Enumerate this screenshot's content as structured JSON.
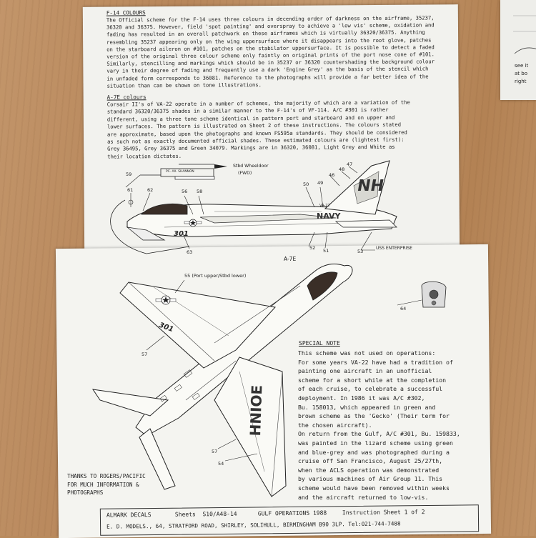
{
  "f14": {
    "heading": "F-14 COLOURS",
    "lines": [
      "The Official scheme for the F-14 uses three colours in decending order of darkness on the airframe, 35237,",
      "36320 and 36375. However, field 'spot painting' and overspray to achieve a 'low vis' scheme, oxidation and",
      "fading has resulted in an overall patchwork on these airframes which is virtually 36320/36375. Anything",
      "resembling 35237 appearing only on the wing uppersurface where it disappears into the root glove, patches",
      "on the starboard aileron on #101, patches on the stabilator uppersurface. It is possible to detect a faded",
      "version of the original three colour scheme only faintly on original prints of the port nose cone of #101.",
      "Similarly, stencilling and markings which should be in 35237 or 36320 countershading the background colour",
      "vary in their degree of fading and frequently use a dark 'Engine Grey' as the basis of the stencil which",
      "in unfaded form corresponds to 36081. Reference to the photographs will provide a far better idea of the",
      "situation than can be shown on tone illustrations."
    ]
  },
  "a7e": {
    "heading": "A-7E colours",
    "lines": [
      "Corsair II's of VA-22 operate in a number of schemes, the majority of which are a variation of the",
      "standard 36320/36375 shades in a similar manner to the F-14's of VF-114. A/C #301 is rather",
      "different, using a three tone scheme identical in pattern port and starboard and on upper and",
      "lower surfaces. The pattern is illustrated on Sheet 2 of these instructions. The colours stated",
      "are approximate, based upon the photographs and known FS595a standards. They should be considered",
      "as such not as exactly documented official shades. These estimated colours are (lightest first):",
      "Grey 36495, Grey 36375 and Green 34079. Markings are in 36320, 36081, Light Grey and White as",
      "their location dictates."
    ]
  },
  "side_view": {
    "stbd_wheeldoor": "Stbd Wheeldoor",
    "fwd": "(FWD)",
    "pilot_name": "PC. AX. SHANNON",
    "aircraft_label": "A-7E",
    "ship_name": "USS ENTERPRISE",
    "tail_code": "NH",
    "navy": "NAVY",
    "va22": "VA-22",
    "modex": "301",
    "callouts": [
      "59",
      "61",
      "62",
      "56",
      "58",
      "50",
      "49",
      "46",
      "48",
      "47",
      "63",
      "52",
      "51",
      "53"
    ]
  },
  "plan_view": {
    "port_upper": "55 (Port upper/Stbd lower)",
    "wing_modex": "301",
    "wing_code": "HNIOE",
    "callouts": [
      "57",
      "57",
      "54",
      "64"
    ]
  },
  "special_note": {
    "heading": "SPECIAL NOTE",
    "lines": [
      "This scheme was not used on operations:",
      "For some years VA-22 have had a tradition of",
      "painting one aircraft in an unofficial",
      "scheme for a short while at the completion",
      "of each cruise, to celebrate a successful",
      "deployment. In 1986 it was A/C #302,",
      "Bu. 158013, which appeared in green and",
      "brown scheme as the 'Gecko' (Their term for",
      "the chosen aircraft).",
      "On return from the Gulf, A/C #301, Bu. 159833,",
      "was painted in the lizard scheme using green",
      "and blue-grey and was photographed during a",
      "cruise off San Francisco, August 25/27th,",
      "when the ACLS operation was demonstrated",
      "by various machines of Air Group 11. This",
      "scheme would have been removed within weeks",
      "and the aircraft returned to low-vis."
    ]
  },
  "thanks": [
    "THANKS TO ROGERS/PACIFIC",
    "FOR MUCH INFORMATION &",
    "PHOTOGRAPHS"
  ],
  "footer": {
    "brand": "ALMARK DECALS",
    "sheets": "Sheets  S10/A48-14",
    "title": "GULF OPERATIONS 1988",
    "instruction": "Instruction Sheet 1 of 2",
    "address": "E. D. MODELS., 64, STRATFORD ROAD, SHIRLEY, SOLIHULL, BIRMINGHAM B90 3LP. Tel:021-744-7488"
  },
  "side_sheet": {
    "line1": "see it",
    "line2": "at bo",
    "line3": "right"
  }
}
